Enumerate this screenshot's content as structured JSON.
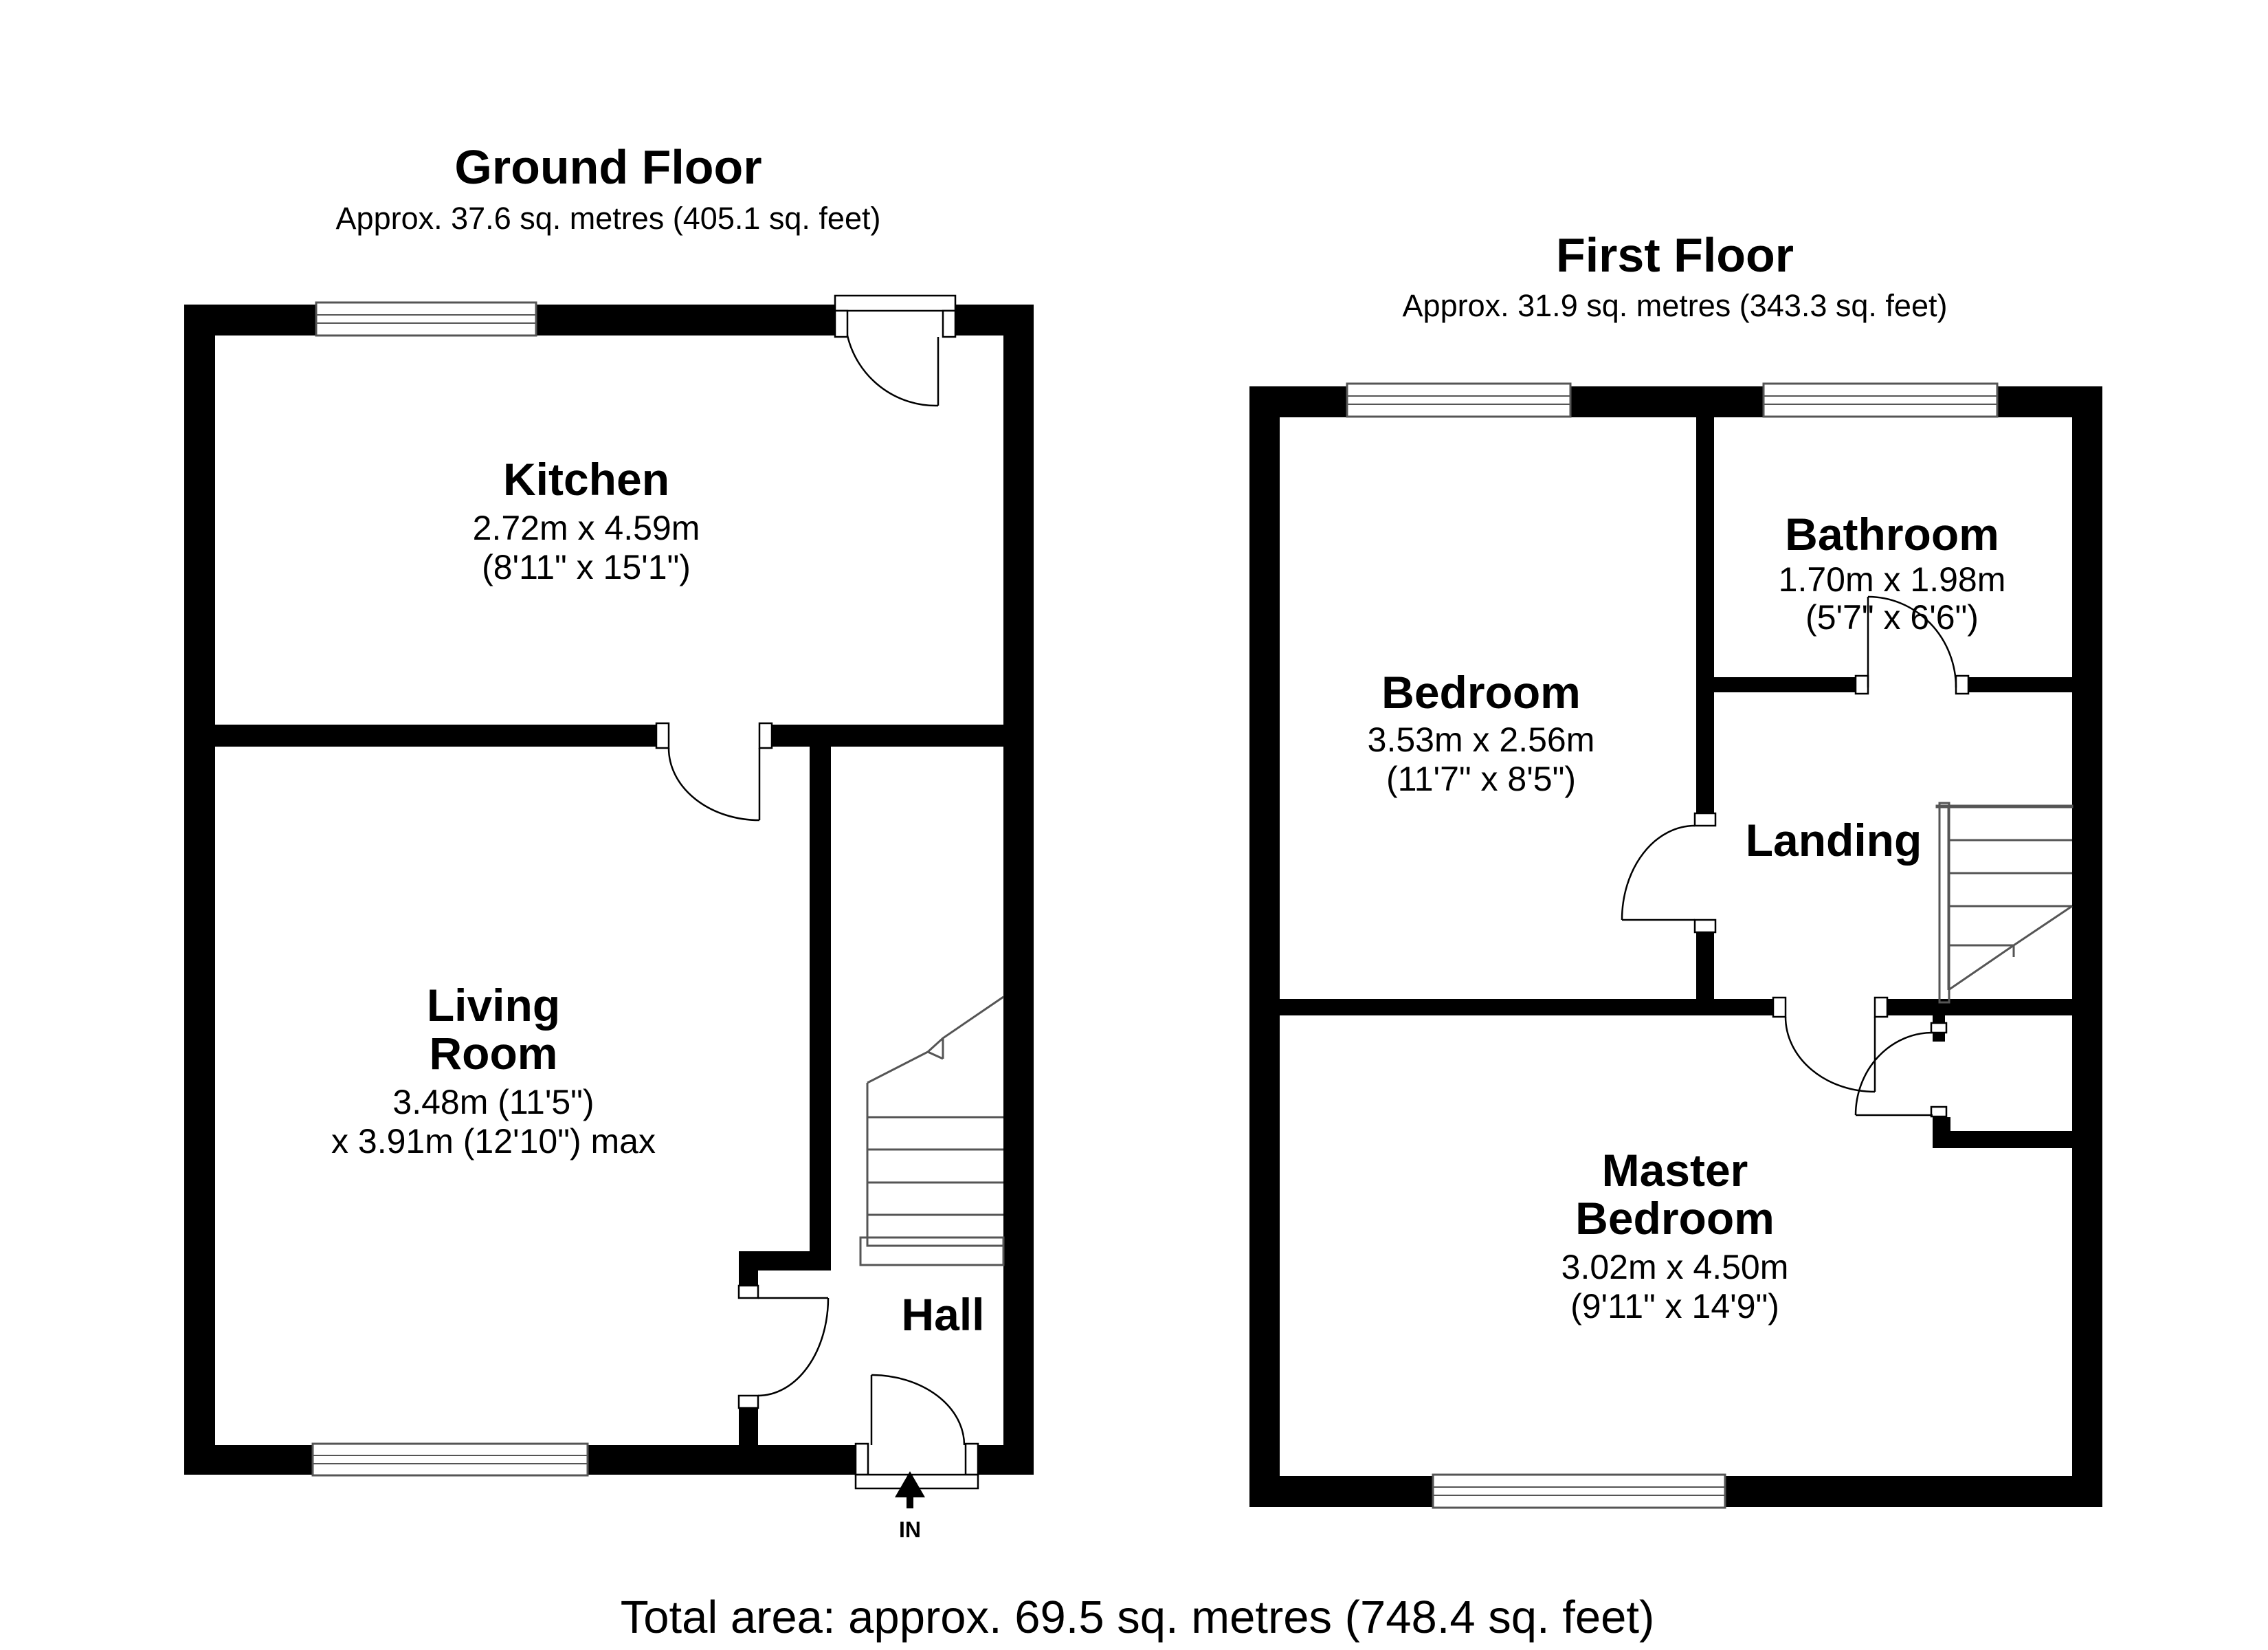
{
  "ground_floor": {
    "title": "Ground Floor",
    "area": "Approx. 37.6 sq. metres (405.1 sq. feet)",
    "rooms": {
      "kitchen": {
        "name": "Kitchen",
        "dim_m": "2.72m x 4.59m",
        "dim_ft": "(8'11\" x 15'1\")"
      },
      "living_room": {
        "name_line1": "Living",
        "name_line2": "Room",
        "dim_line1": "3.48m (11'5\")",
        "dim_line2": "x 3.91m (12'10\") max"
      },
      "hall": {
        "name": "Hall"
      }
    },
    "entrance_label": "IN"
  },
  "first_floor": {
    "title": "First Floor",
    "area": "Approx. 31.9 sq. metres (343.3 sq. feet)",
    "rooms": {
      "bedroom": {
        "name": "Bedroom",
        "dim_m": "3.53m x 2.56m",
        "dim_ft": "(11'7\" x 8'5\")"
      },
      "bathroom": {
        "name": "Bathroom",
        "dim_m": "1.70m x 1.98m",
        "dim_ft": "(5'7\" x 6'6\")"
      },
      "landing": {
        "name": "Landing"
      },
      "master_bedroom": {
        "name_line1": "Master",
        "name_line2": "Bedroom",
        "dim_m": "3.02m x 4.50m",
        "dim_ft": "(9'11\" x 14'9\")"
      }
    }
  },
  "total_area": "Total area: approx. 69.5 sq. metres (748.4 sq. feet)"
}
